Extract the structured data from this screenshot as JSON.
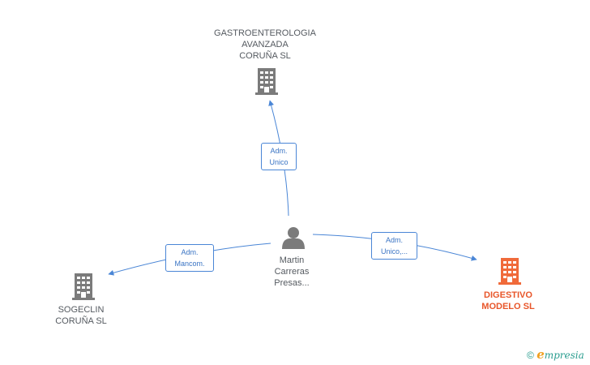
{
  "nodes": {
    "gastro": {
      "name": "GASTROENTEROLOGIA\nAVANZADA\nCORUÑA  SL"
    },
    "sogeclin": {
      "name": "SOGECLIN\nCORUÑA SL"
    },
    "digestivo": {
      "name": "DIGESTIVO\nMODELO  SL"
    },
    "person": {
      "name": "Martin\nCarreras\nPresas..."
    }
  },
  "edges": {
    "to_gastro": {
      "label": "Adm.\nUnico"
    },
    "to_sogeclin": {
      "label": "Adm.\nMancom."
    },
    "to_digestivo": {
      "label": "Adm.\nUnico,..."
    }
  },
  "colors": {
    "edge": "#4a86d6",
    "company": "#7b7b7b",
    "highlight": "#f06a3a",
    "person": "#7b7b7b"
  },
  "footer": {
    "copyright_symbol": "©",
    "brand_initial": "e",
    "brand_rest": "mpresia"
  }
}
